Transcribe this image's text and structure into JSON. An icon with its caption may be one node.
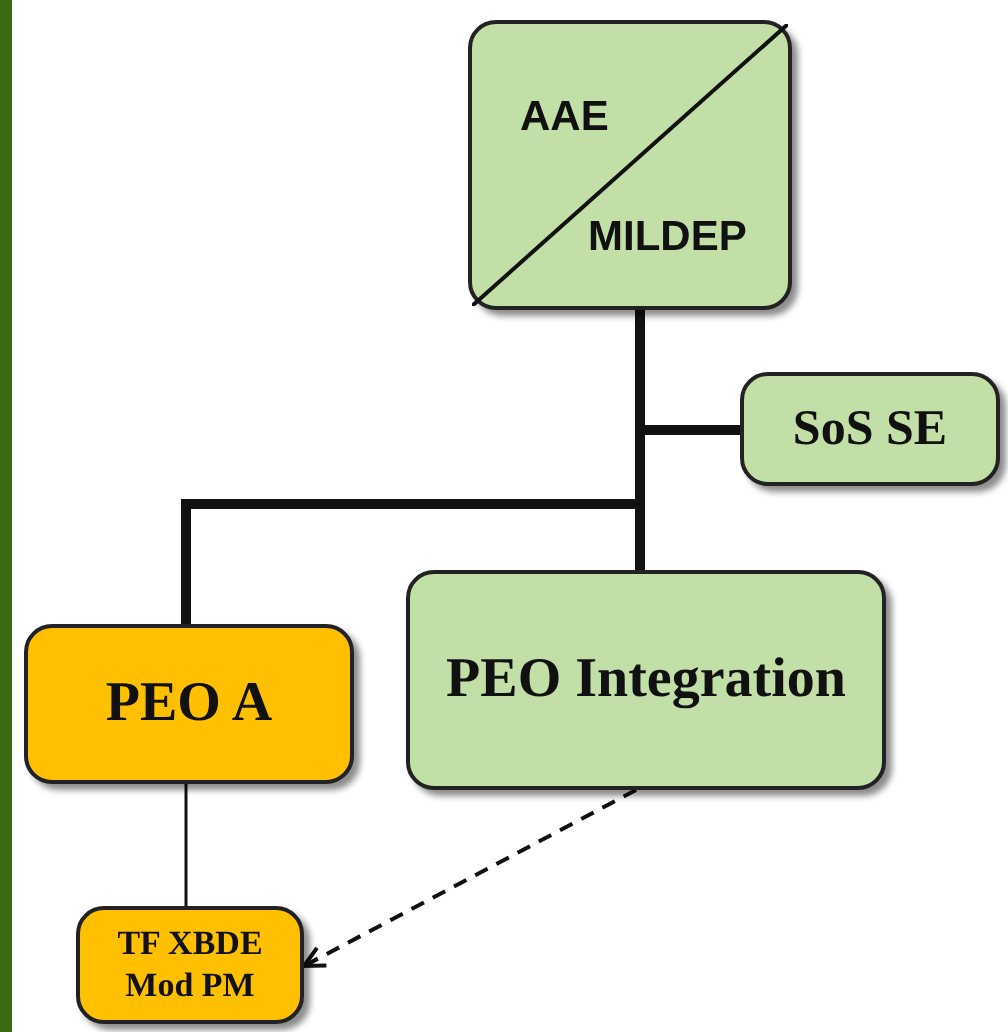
{
  "diagram": {
    "nodes": [
      {
        "text": [
          "AAE",
          "MILDEP"
        ]
      },
      {
        "text": [
          "SoS SE"
        ]
      },
      {
        "text": [
          "PEO A"
        ]
      },
      {
        "text": [
          "PEO Integration"
        ]
      },
      {
        "text": [
          "TF XBDE Mod PM"
        ]
      }
    ],
    "edges": [
      {
        "from": 0,
        "to": 1,
        "arrow": "none"
      },
      {
        "from": 0,
        "to": 3,
        "arrow": "none"
      },
      {
        "from": 0,
        "to": 2,
        "arrow": "none"
      },
      {
        "from": 2,
        "to": 4,
        "arrow": "none"
      },
      {
        "from": 3,
        "to": 4,
        "arrow": "to",
        "style": "dashed"
      }
    ]
  }
}
